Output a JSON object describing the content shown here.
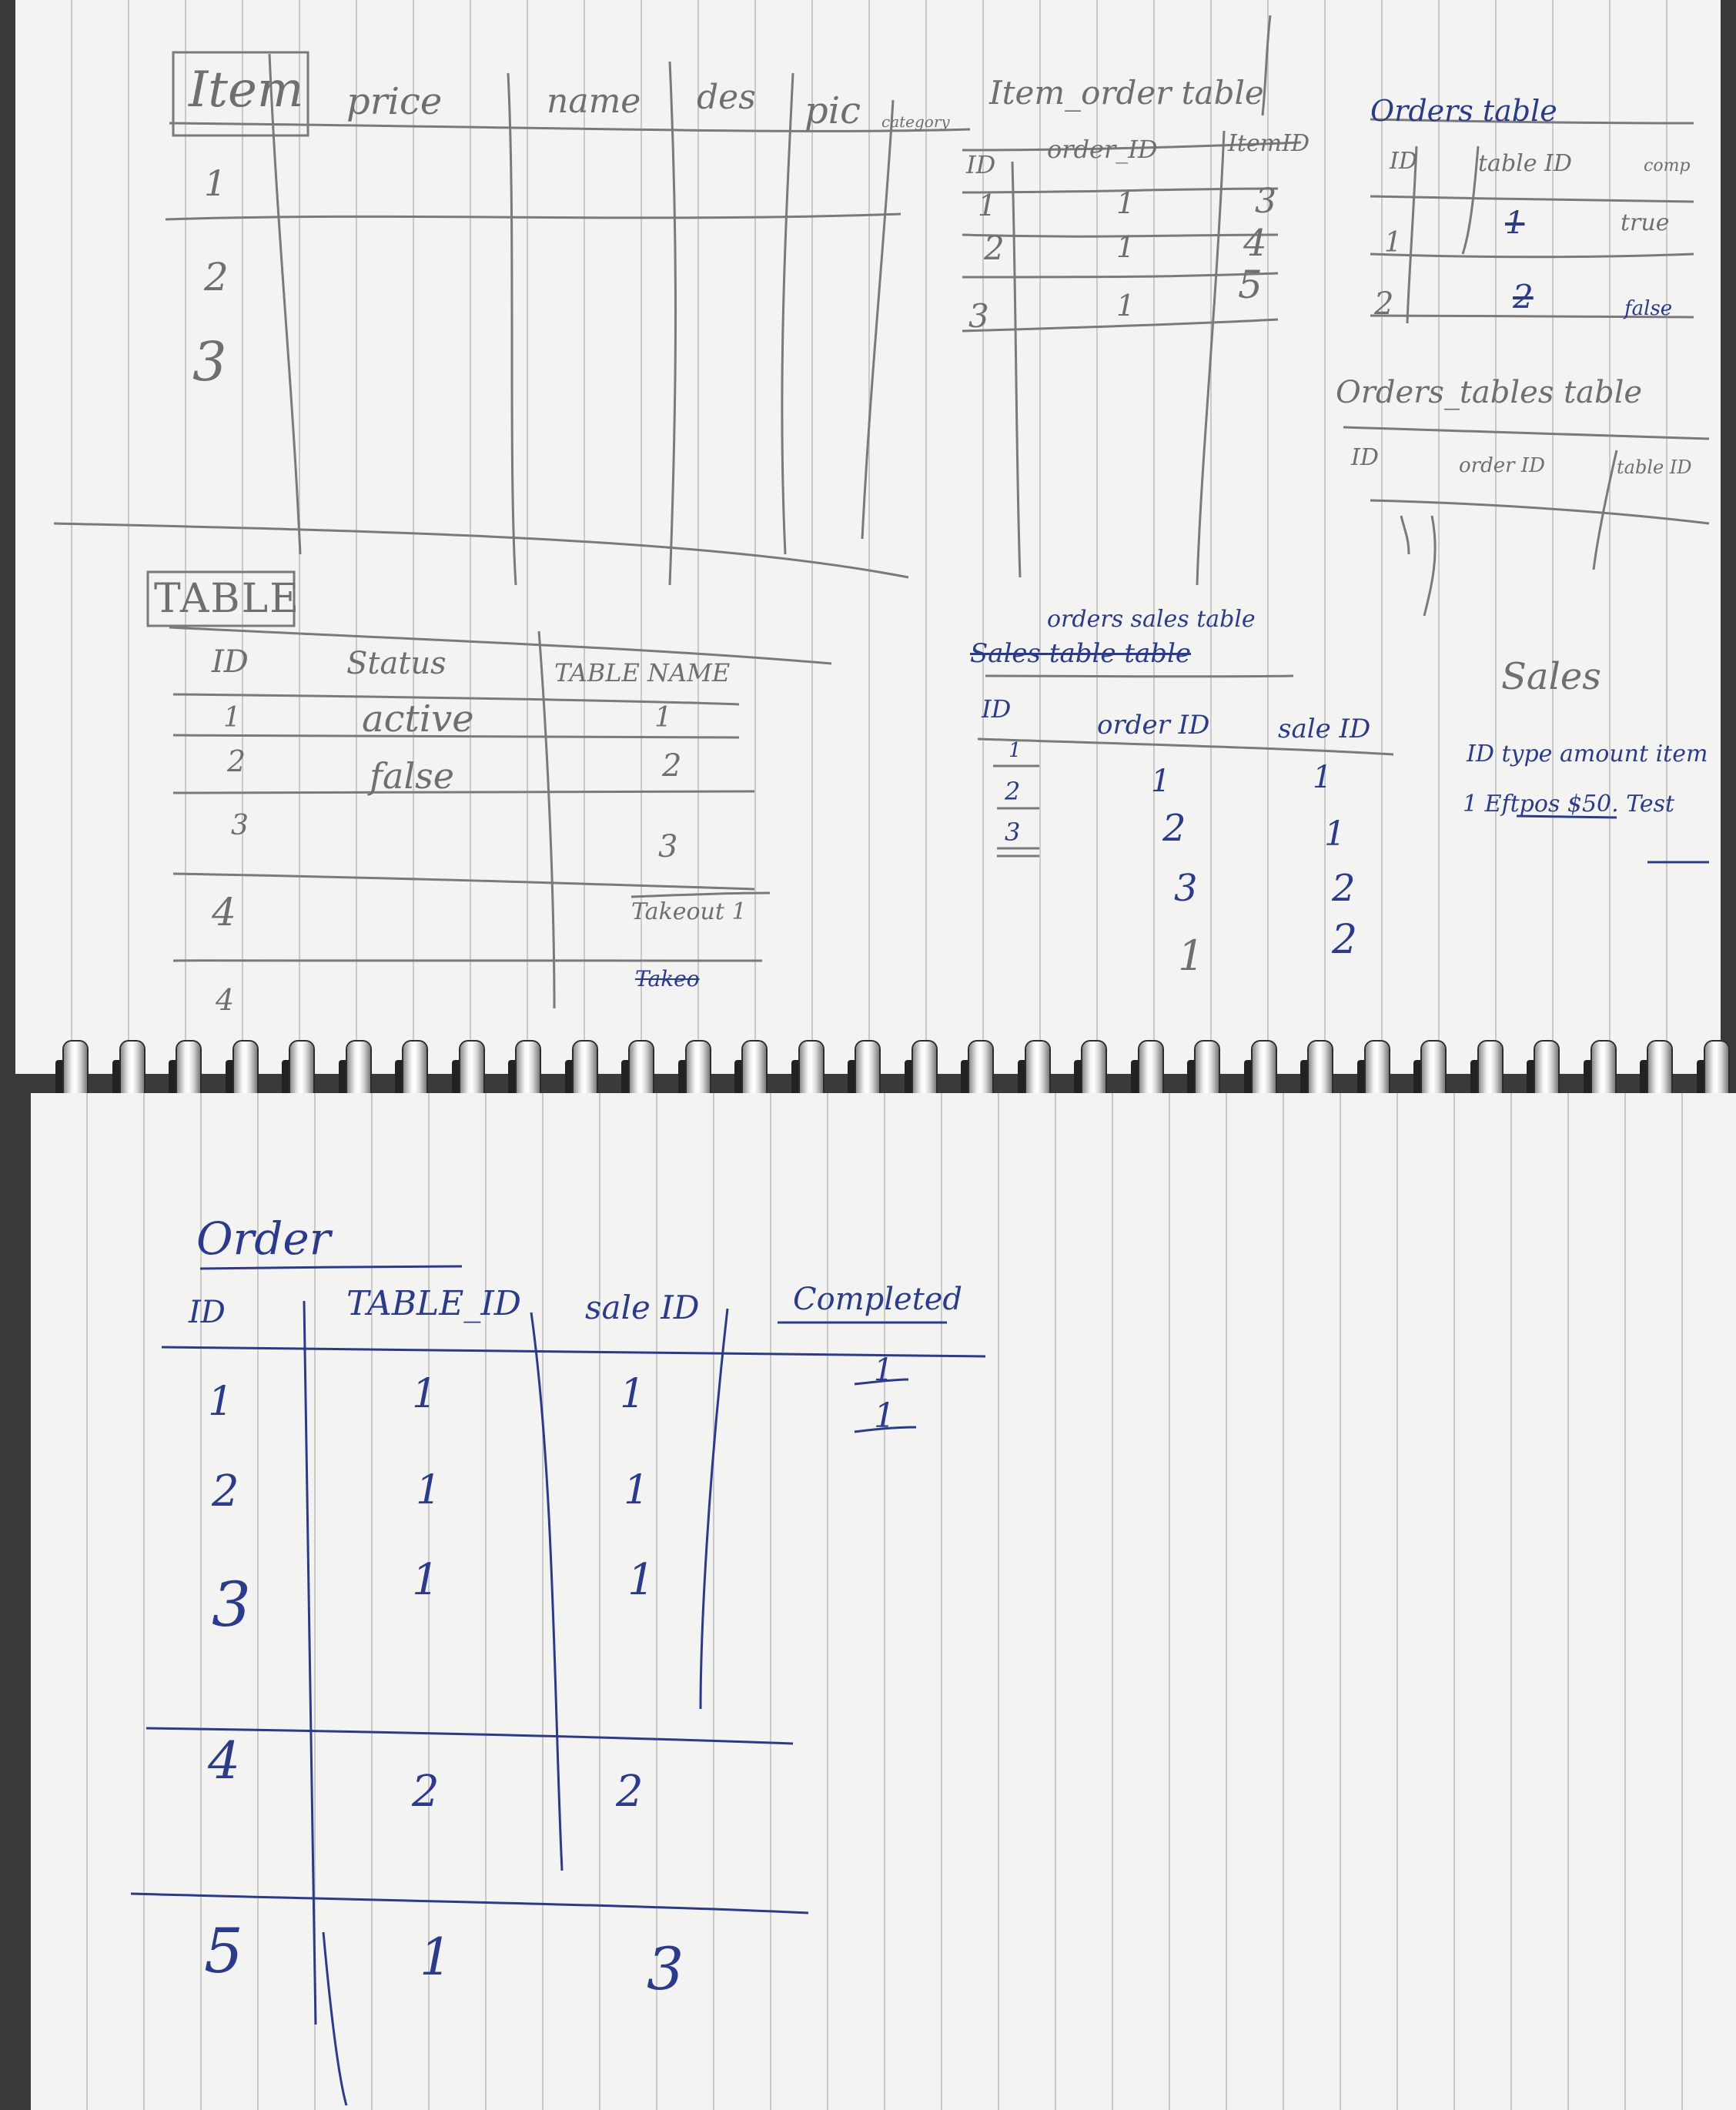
{
  "top_page": {
    "item_table": {
      "headers": [
        "Item",
        "price",
        "name",
        "des",
        "pic",
        "category"
      ],
      "rows": [
        "1",
        "2",
        "3"
      ]
    },
    "item_order_table": {
      "title": "Item_order table",
      "headers": [
        "ID",
        "order_ID",
        "ItemID"
      ],
      "rows": [
        [
          "1",
          "1",
          "3"
        ],
        [
          "2",
          "1",
          "4"
        ],
        [
          "3",
          "1",
          "5"
        ]
      ]
    },
    "orders_table_top": {
      "title": "Orders table",
      "headers": [
        "ID",
        "table ID",
        "comp"
      ],
      "rows": [
        [
          "1",
          "1",
          "true"
        ],
        [
          "2",
          "2",
          "false"
        ]
      ]
    },
    "orders_tables_table": {
      "title": "Orders_tables table",
      "headers": [
        "ID",
        "order ID",
        "table ID"
      ]
    },
    "table_table": {
      "title": "TABLE",
      "headers": [
        "ID",
        "Status",
        "TABLE NAME"
      ],
      "rows": [
        [
          "1",
          "active",
          "1"
        ],
        [
          "2",
          "false",
          "2"
        ],
        [
          "3",
          "",
          "3"
        ],
        [
          "4",
          "",
          "Takeout 1"
        ]
      ],
      "extra_row_id": "4",
      "struck": "Takeo"
    },
    "orders_sales_table": {
      "struck_title": "Sales table table",
      "title": "orders sales table",
      "headers": [
        "ID",
        "order ID",
        "sale ID"
      ],
      "rows": [
        [
          "1",
          "1",
          "1"
        ],
        [
          "2",
          "2",
          "1"
        ],
        [
          "3",
          "3",
          "2"
        ]
      ],
      "extra_order": "1",
      "extra_sale": "2"
    },
    "sales_table": {
      "title": "Sales",
      "header": "ID  type  amount  item",
      "row": "1  Eftpos  $50.  Test"
    }
  },
  "bottom_page": {
    "order_table": {
      "title": "Order",
      "headers": [
        "ID",
        "TABLE_ID",
        "sale ID",
        "Completed"
      ],
      "rows": [
        [
          "1",
          "1",
          "1",
          "1"
        ],
        [
          "2",
          "1",
          "1",
          ""
        ],
        [
          "3",
          "1",
          "1",
          ""
        ],
        [
          "4",
          "2",
          "2",
          ""
        ],
        [
          "5",
          "1",
          "3",
          ""
        ]
      ],
      "completed_extra": "1"
    }
  },
  "colors": {
    "pencil": "#6f6f6f",
    "ink": "#2a3b8f",
    "paper": "#f3f3f1",
    "rule": "#c9c9c9"
  }
}
